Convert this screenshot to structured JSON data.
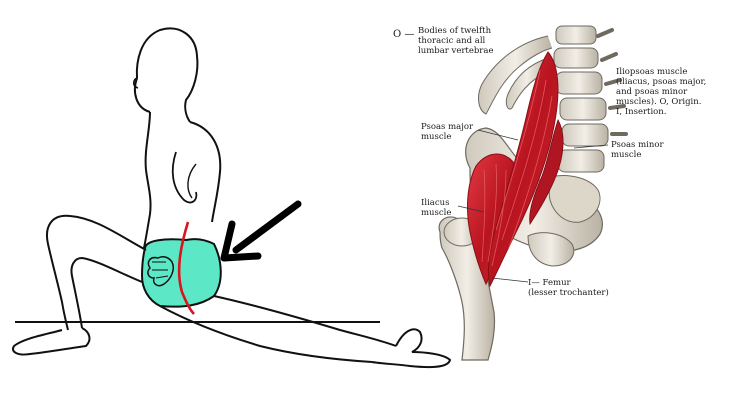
{
  "figure": {
    "colors": {
      "outline": "#111111",
      "hip_highlight": "#5ce8c6",
      "incision_line": "#d8141e",
      "arrow": "#000000",
      "muscle_red": "#c81e2a",
      "bone": "#e8e4dc"
    },
    "icons": {
      "left_panel": "stretch-pose-figure",
      "pointer": "arrow-left-icon",
      "right_panel": "iliopsoas-anatomy"
    }
  },
  "labels": {
    "origin_marker": "O —",
    "origin": "Bodies of twelfth\nthoracic and all\nlumbar vertebrae",
    "legend": "Iliopsoas muscle\n(iliacus, psoas major,\nand psoas minor\nmuscles). O, Origin.\nI, Insertion.",
    "psoas_major": "Psoas major\nmuscle",
    "psoas_minor": "Psoas minor\nmuscle",
    "iliacus": "Iliacus\nmuscle",
    "femur": "I— Femur\n(lesser trochanter)"
  }
}
